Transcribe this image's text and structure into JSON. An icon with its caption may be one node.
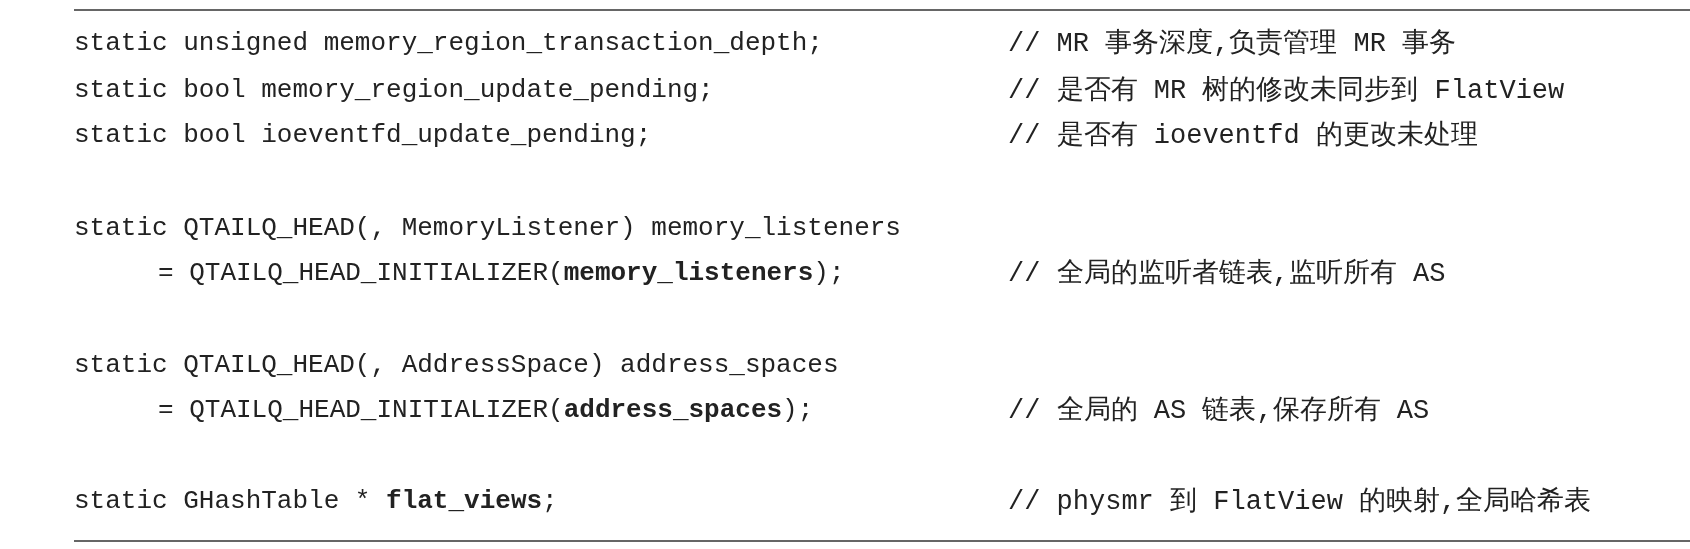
{
  "diagram": {
    "labels": [
      "static unsigned memory_region_transaction_depth;",
      "// MR 事务深度,负责管理 MR 事务",
      "static bool memory_region_update_pending;",
      "// 是否有 MR 树的修改未同步到 FlatView",
      "static bool ioeventfd_update_pending;",
      "// 是否有 ioeventfd 的更改未处理",
      "static QTAILQ_HEAD(, MemoryListener) memory_listeners",
      "= QTAILQ_HEAD_INITIALIZER(**memory_listeners**);",
      "// 全局的监听者链表,监听所有 AS",
      "static QTAILQ_HEAD(, AddressSpace) address_spaces",
      "= QTAILQ_HEAD_INITIALIZER(**address_spaces**);",
      "// 全局的 AS 链表,保存所有 AS",
      "static GHashTable * **flat_views**;",
      "// physmr 到 FlatView 的映射,全局哈希表"
    ]
  }
}
